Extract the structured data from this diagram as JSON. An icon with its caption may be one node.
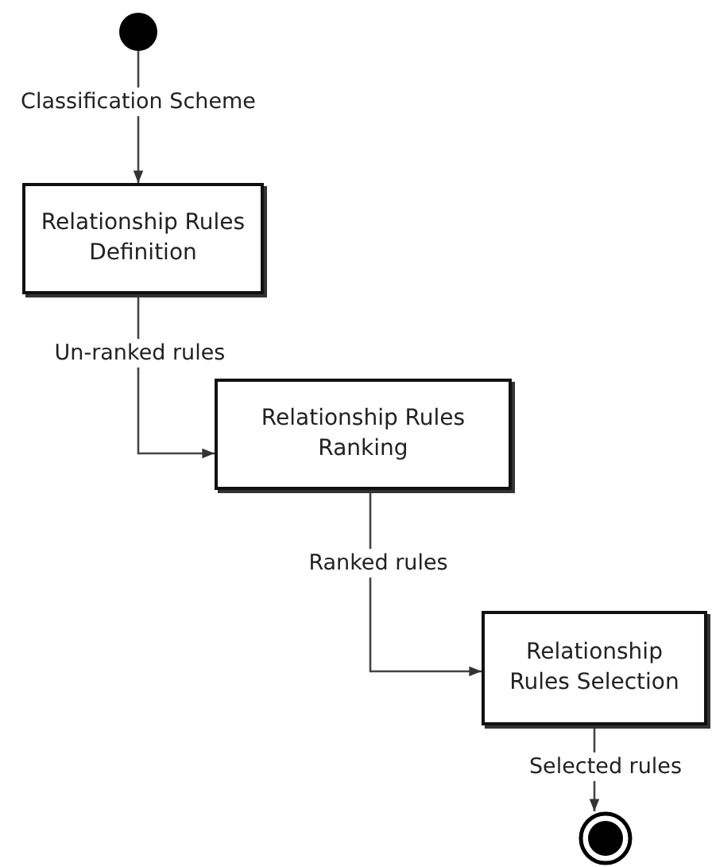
{
  "diagram": {
    "nodes": [
      {
        "text": [],
        "shape": "circle"
      },
      {
        "text": [
          "Relationship Rules Definition"
        ]
      },
      {
        "text": [
          "Relationship Rules Ranking"
        ]
      },
      {
        "text": [
          "Relationship Rules Selection"
        ]
      },
      {
        "text": [],
        "shape": "circle"
      }
    ],
    "edges": [
      {
        "from": 0,
        "to": 1,
        "arrow": "to",
        "label": "Classification Scheme"
      },
      {
        "from": 1,
        "to": 2,
        "arrow": "to",
        "label": "Un-ranked rules"
      },
      {
        "from": 2,
        "to": 3,
        "arrow": "to",
        "label": "Ranked rules"
      },
      {
        "from": 3,
        "to": 4,
        "arrow": "to",
        "label": "Selected rules"
      }
    ]
  }
}
